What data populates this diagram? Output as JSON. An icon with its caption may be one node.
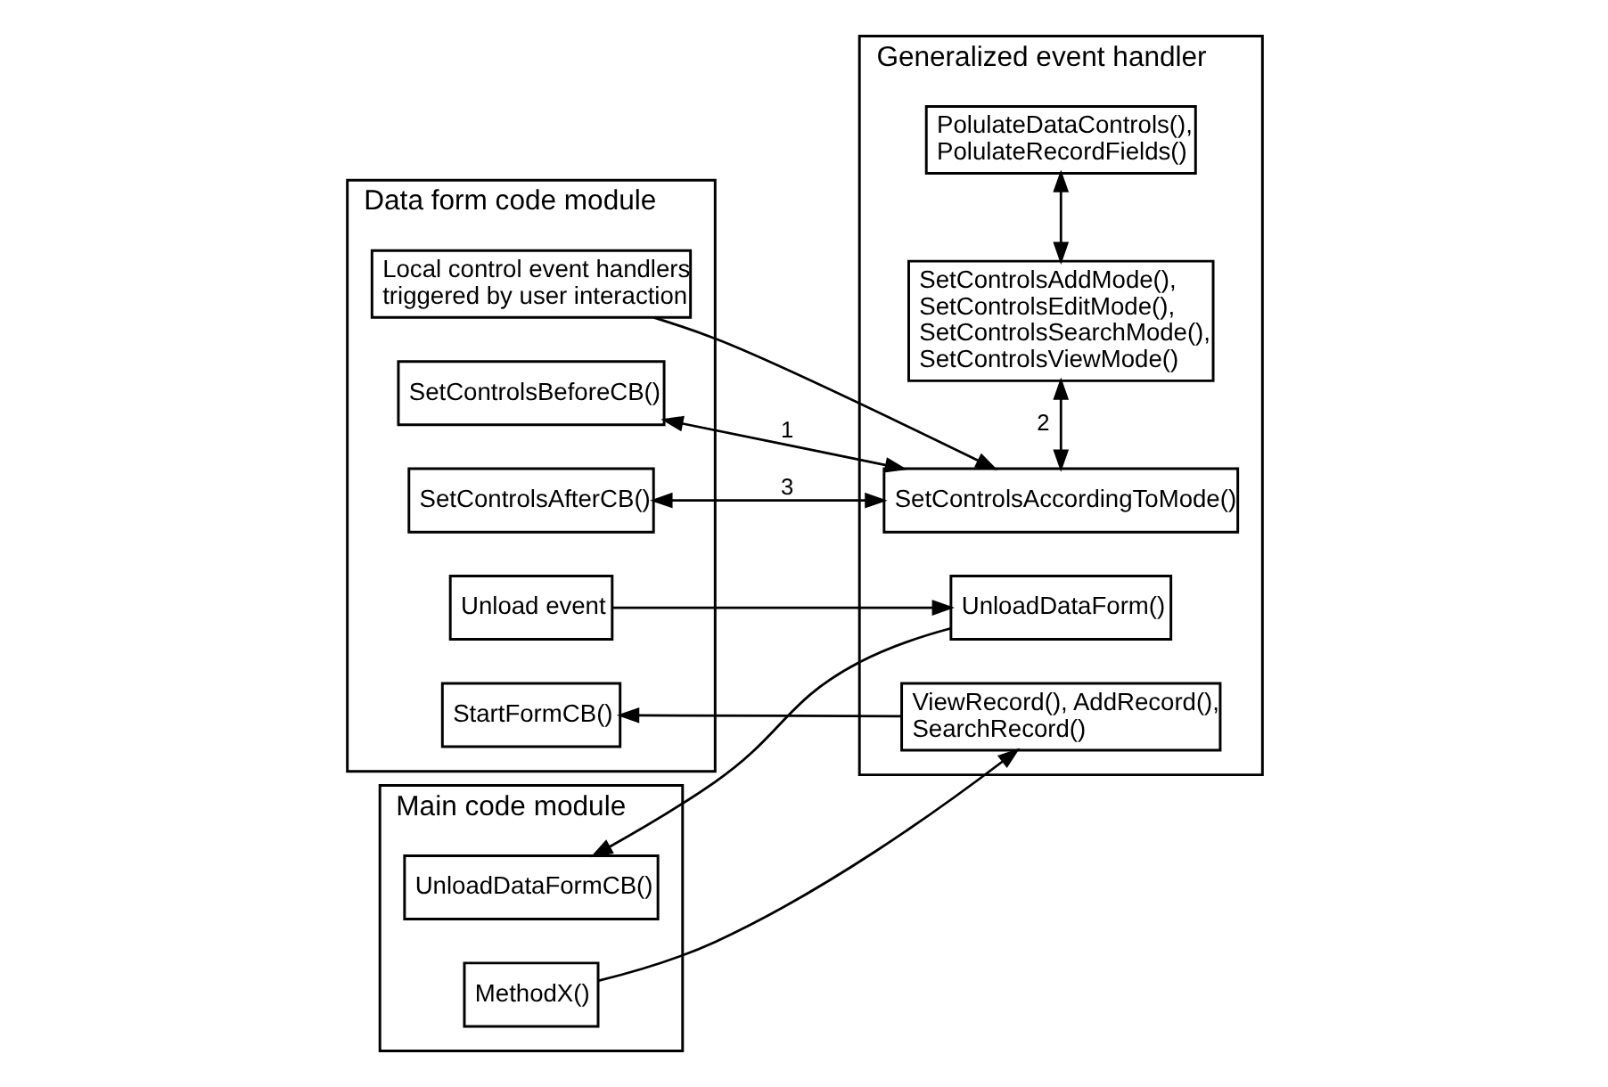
{
  "diagram": {
    "nodes": [
      {
        "text": [
          "Main code module"
        ]
      },
      {
        "text": [
          "MethodX()"
        ],
        "in": 0
      },
      {
        "text": [
          "UnloadDataFormCB()"
        ],
        "in": 0
      },
      {
        "text": [
          "Data form code module"
        ]
      },
      {
        "text": [
          "StartFormCB()"
        ],
        "in": 3
      },
      {
        "text": [
          "Local control event handlers triggered by user interaction"
        ],
        "in": 3
      },
      {
        "text": [
          "SetControlsBeforeCB()"
        ],
        "in": 3
      },
      {
        "text": [
          "SetControlsAfterCB()"
        ],
        "in": 3
      },
      {
        "text": [
          "Unload event"
        ],
        "in": 3
      },
      {
        "text": [
          "Generalized event handler"
        ]
      },
      {
        "text": [
          "ViewRecord(), AddRecord(), SearchRecord()"
        ],
        "in": 9
      },
      {
        "text": [
          "SetControlsAccordingToMode()"
        ],
        "in": 9
      },
      {
        "text": [
          "SetControlsAddMode(), SetControlsEditMode(), SetControlsSearchMode(), SetControlsViewMode()"
        ],
        "in": 9
      },
      {
        "text": [
          "PolulateDataControls(), PolulateRecordFields()"
        ],
        "in": 9
      },
      {
        "text": [
          "UnloadDataForm()"
        ],
        "in": 9
      }
    ],
    "edges": [
      {
        "from": 1,
        "to": 10,
        "arrow": "to"
      },
      {
        "from": 10,
        "to": 4,
        "arrow": "to"
      },
      {
        "from": 5,
        "to": 11,
        "arrow": "to"
      },
      {
        "from": 11,
        "to": 6,
        "arrow": "both",
        "label": "1"
      },
      {
        "from": 11,
        "to": 12,
        "arrow": "both",
        "label": "2"
      },
      {
        "from": 11,
        "to": 7,
        "arrow": "both",
        "label": "3"
      },
      {
        "from": 12,
        "to": 13,
        "arrow": "both"
      },
      {
        "from": 8,
        "to": 14,
        "arrow": "to"
      },
      {
        "from": 14,
        "to": 2,
        "arrow": "to"
      }
    ]
  }
}
